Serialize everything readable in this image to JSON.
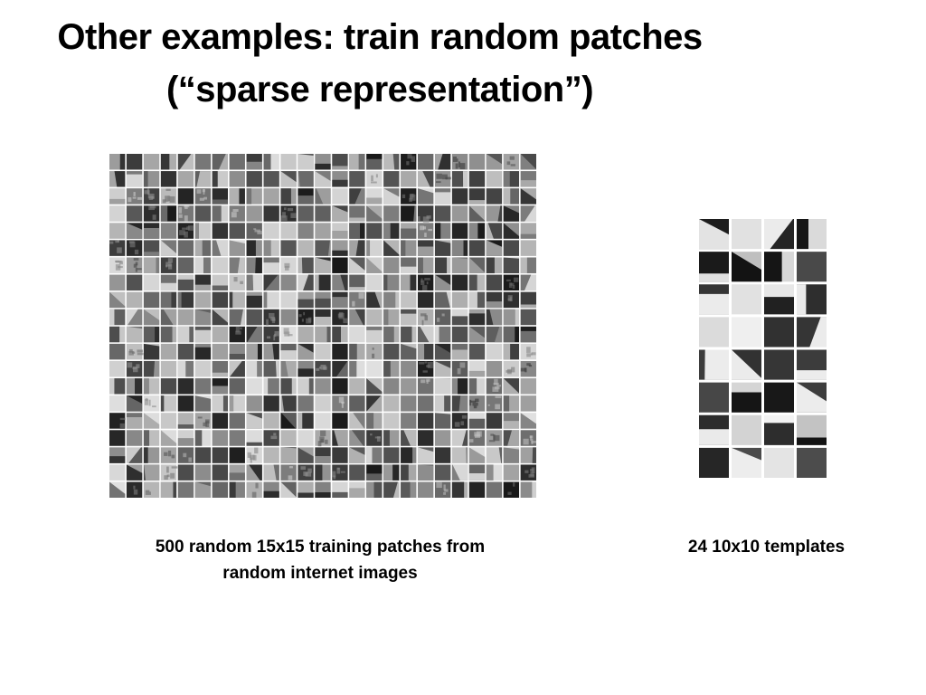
{
  "slide": {
    "title_line1": "Other examples: train random patches",
    "title_line2": "(“sparse representation”)"
  },
  "left_figure": {
    "caption_line1": "500 random 15x15 training patches from",
    "caption_line2": "random internet images"
  },
  "right_figure": {
    "caption": "24 10x10 templates"
  }
}
